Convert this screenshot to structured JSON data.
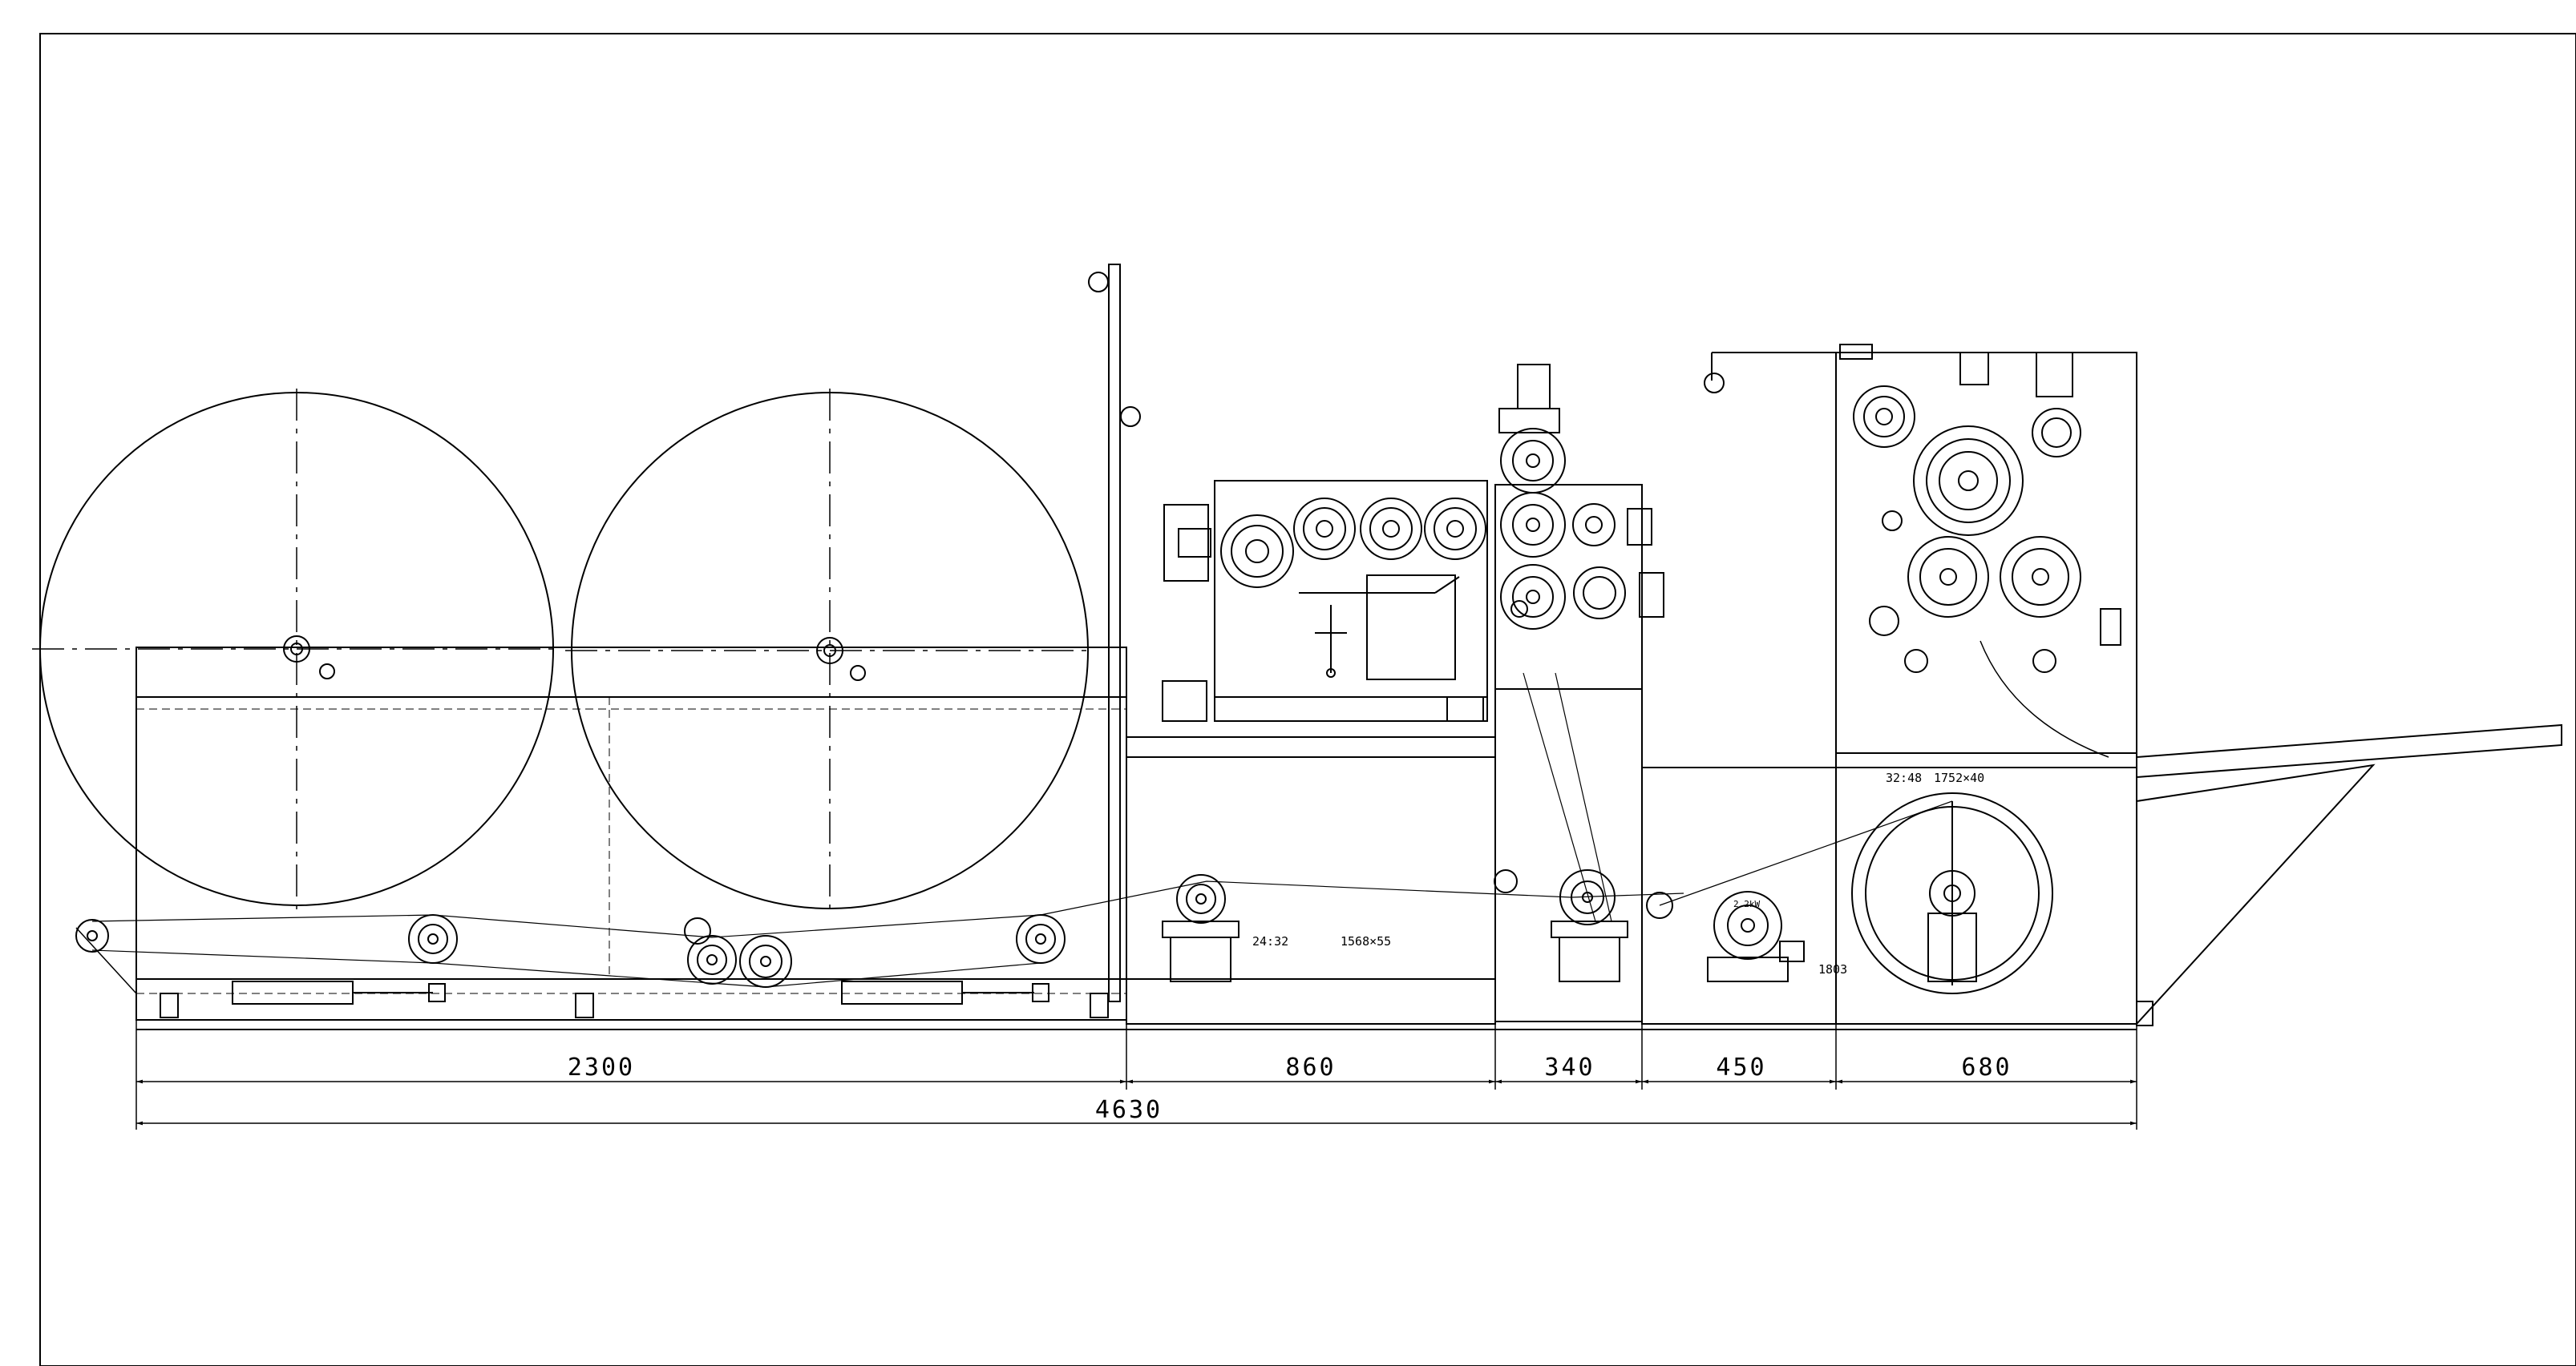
{
  "drawing": {
    "line_color": "#000000",
    "background": "#ffffff"
  },
  "dimensions": {
    "d1": "2300",
    "d2": "860",
    "d3": "340",
    "d4": "450",
    "d5": "680",
    "total": "4630"
  },
  "notes": {
    "gear_ratio_left": "24:32",
    "belt_left": "1568×55",
    "gear_ratio_right": "32:48",
    "belt_right": "1752×40",
    "motor_label": "2.2kW",
    "bearing_label": "1803"
  }
}
